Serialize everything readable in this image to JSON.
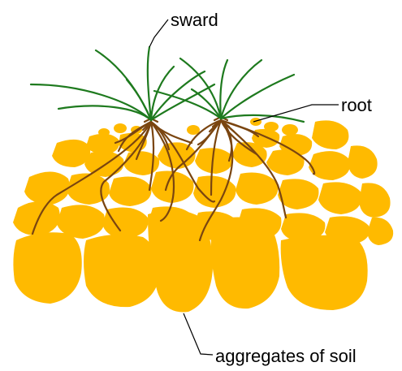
{
  "labels": {
    "sward": "sward",
    "root": "root",
    "aggregates": "aggregates of soil"
  },
  "colors": {
    "soil": "#FFBA00",
    "root": "#7A4510",
    "grass": "#1E7A1E",
    "text": "#000000"
  }
}
